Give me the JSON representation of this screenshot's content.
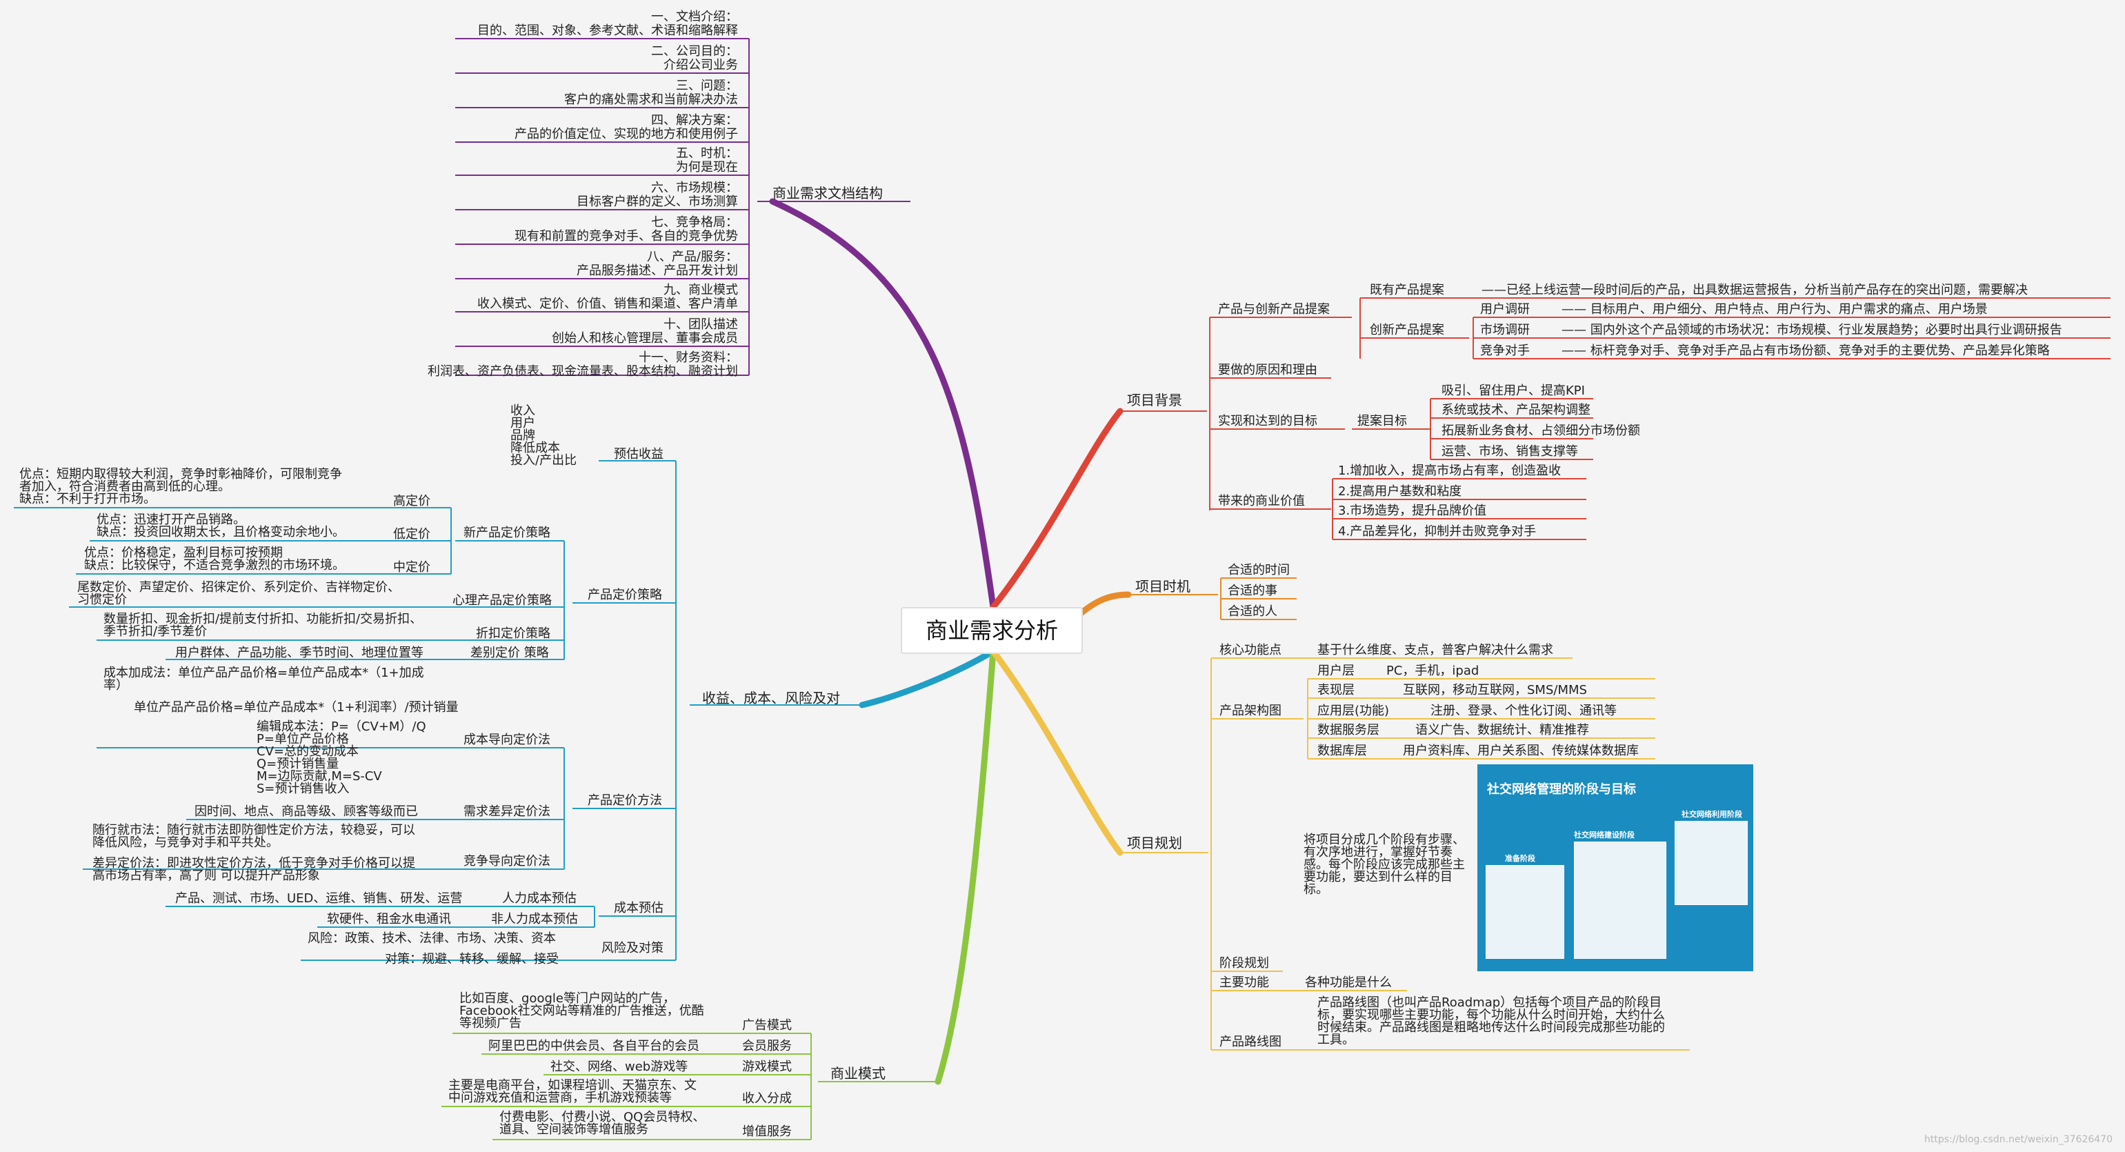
{
  "root": "商业需求分析",
  "colors": {
    "purple": "#7b2d8e",
    "red": "#e04436",
    "orange": "#e88b2a",
    "yellow": "#f0c24a",
    "green": "#8cc63f",
    "teal": "#1f9fc6"
  },
  "b1": {
    "title": "商业需求文档结构",
    "items": [
      "一、文档介绍：",
      "目的、范围、对象、参考文献、术语和缩略解释",
      "二、公司目的：",
      "介绍公司业务",
      "三、问题：",
      "客户的痛处需求和当前解决办法",
      "四、解决方案：",
      "产品的价值定位、实现的地方和使用例子",
      "五、时机：",
      "为何是现在",
      "六、市场规模：",
      "目标客户群的定义、市场测算",
      "七、竞争格局：",
      "现有和前置的竞争对手、各自的竞争优势",
      "八、产品/服务：",
      "产品服务描述、产品开发计划",
      "九、商业模式",
      "收入模式、定价、价值、销售和渠道、客户清单",
      "十、团队描述",
      "创始人和核心管理层、董事会成员",
      "十一、财务资料：",
      "利润表、资产负债表、现金流量表、股本结构、融资计划"
    ]
  },
  "b2": {
    "title": "收益、成本、风险及对",
    "profit": {
      "label": "预估收益",
      "lines": [
        "收入",
        "用户",
        "品牌",
        "降低成本",
        "投入/产出比"
      ]
    },
    "pricing_strategy": {
      "label": "产品定价策略",
      "new": {
        "label": "新产品定价策略",
        "high": {
          "label": "高定价",
          "lines": [
            "优点：短期内取得较大利润，竞争时彰袖降价，可限制竞争",
            "者加入，符合消费者由高到低的心理。",
            "缺点：不利于打开市场。"
          ]
        },
        "low": {
          "label": "低定价",
          "lines": [
            "优点：迅速打开产品销路。",
            "缺点：投资回收期太长，且价格变动余地小。"
          ]
        },
        "mid": {
          "label": "中定价",
          "lines": [
            "优点：价格稳定，盈利目标可按预期",
            "缺点：比较保守，不适合竞争激烈的市场环境。"
          ]
        }
      },
      "psych": {
        "label": "心理产品定价策略",
        "lines": [
          "尾数定价、声望定价、招徕定价、系列定价、吉祥物定价、",
          "习惯定价"
        ]
      },
      "discount": {
        "label": "折扣定价策略",
        "lines": [
          "数量折扣、现金折扣/提前支付折扣、功能折扣/交易折扣、",
          "季节折扣/季节差价"
        ]
      },
      "diff": {
        "label": "差别定价 策略",
        "lines": [
          "用户群体、产品功能、季节时间、地理位置等"
        ]
      }
    },
    "pricing_method": {
      "label": "产品定价方法",
      "cost": {
        "label": "成本导向定价法",
        "lines": [
          "成本加成法：单位产品产品价格=单位产品成本*（1+加成",
          "率）",
          "单位产品产品价格=单位产品成本*（1+利润率）/预计销量",
          "编辑成本法：P=（CV+M）/Q",
          "P=单位产品价格",
          "CV=总的变动成本",
          "Q=预计销售量",
          "M=边际贡献,M=S-CV",
          "S=预计销售收入"
        ]
      },
      "demand": {
        "label": "需求差异定价法",
        "lines": [
          "因时间、地点、商品等级、顾客等级而已"
        ]
      },
      "compete": {
        "label": "竞争导向定价法",
        "lines": [
          "随行就市法：随行就市法即防御性定价方法，较稳妥，可以",
          "降低风险，与竞争对手和平共处。",
          "差异定价法：即进攻性定价方法，低于竞争对手价格可以提",
          "高市场占有率，高了则 可以提升产品形象"
        ]
      }
    },
    "cost_est": {
      "label": "成本预估",
      "human": {
        "label": "人力成本预估",
        "text": "产品、测试、市场、UED、运维、销售、研发、运营"
      },
      "nonhuman": {
        "label": "非人力成本预估",
        "text": "软硬件、租金水电通讯"
      }
    },
    "risk": {
      "label": "风险及对策",
      "lines": [
        "风险：政策、技术、法律、市场、决策、资本",
        "对策：规避、转移、缓解、接受"
      ]
    }
  },
  "b3": {
    "title": "商业模式",
    "items": [
      {
        "label": "广告模式",
        "lines": [
          "比如百度、google等门户网站的广告，",
          "Facebook社交网站等精准的广告推送，优酷",
          "等视频广告"
        ]
      },
      {
        "label": "会员服务",
        "lines": [
          "阿里巴巴的中供会员、各自平台的会员"
        ]
      },
      {
        "label": "游戏模式",
        "lines": [
          "社交、网络、web游戏等"
        ]
      },
      {
        "label": "收入分成",
        "lines": [
          "主要是电商平台，如课程培训、天猫京东、文",
          "中问游戏充值和运营商，手机游戏预装等"
        ]
      },
      {
        "label": "增值服务",
        "lines": [
          "付费电影、付费小说、QQ会员特权、",
          "道具、空间装饰等增值服务"
        ]
      }
    ]
  },
  "b4": {
    "title": "项目背景",
    "pi": {
      "label": "产品与创新产品提案",
      "exist": {
        "label": "既有产品提案",
        "text": "——已经上线运营一段时间后的产品，出具数据运营报告，分析当前产品存在的突出问题，需要解决"
      },
      "innov": {
        "label": "创新产品提案",
        "rows": [
          {
            "label": "用户调研",
            "text": "—— 目标用户、用户细分、用户特点、用户行为、用户需求的痛点、用户场景"
          },
          {
            "label": "市场调研",
            "text": "——  国内外这个产品领域的市场状况：市场规模、行业发展趋势；必要时出具行业调研报告"
          },
          {
            "label": "竞争对手",
            "text": "——  标杆竞争对手、竞争对手产品占有市场份额、竞争对手的主要优势、产品差异化策略"
          }
        ]
      }
    },
    "reason": "要做的原因和理由",
    "goal": {
      "label": "实现和达到的目标",
      "sub": "提案目标",
      "items": [
        "吸引、留住用户、提高KPI",
        "系统或技术、产品架构调整",
        "拓展新业务食材、占领细分市场份额",
        "运营、市场、销售支撑等"
      ]
    },
    "value": {
      "label": "带来的商业价值",
      "items": [
        "1.增加收入，提高市场占有率，创造盈收",
        "2.提高用户基数和粘度",
        "3.市场造势，提升品牌价值",
        "4.产品差异化，抑制并击败竞争对手"
      ]
    }
  },
  "b5": {
    "title": "项目时机",
    "items": [
      "合适的时间",
      "合适的事",
      "合适的人"
    ]
  },
  "b6": {
    "title": "项目规划",
    "core": {
      "label": "核心功能点",
      "text": "基于什么维度、支点，普客户解决什么需求"
    },
    "arch": {
      "label": "产品架构图",
      "rows": [
        {
          "label": "用户层",
          "text": "PC，手机，ipad"
        },
        {
          "label": "表现层",
          "text": "互联网，移动互联网，SMS/MMS"
        },
        {
          "label": "应用层(功能)",
          "text": "注册、登录、个性化订阅、通讯等"
        },
        {
          "label": "数据服务层",
          "text": "语义广告、数据统计、精准推荐"
        },
        {
          "label": "数据库层",
          "text": "用户资料库、用户关系图、传统媒体数据库"
        }
      ]
    },
    "stage": {
      "label": "阶段规划",
      "desc": [
        "将项目分成几个阶段有步骤、",
        "有次序地进行，掌握好节奏",
        "感。每个阶段应该完成那些主",
        "要功能，要达到什么样的目",
        "标。"
      ],
      "image_title": "社交网络管理的阶段与目标",
      "image_labels": [
        "准备阶段",
        "社交网络建设阶段",
        "社交网络利用阶段"
      ]
    },
    "main": {
      "label": "主要功能",
      "text": "各种功能是什么"
    },
    "roadmap": {
      "label": "产品路线图",
      "lines": [
        "产品路线图（也叫产品Roadmap）包括每个项目产品的阶段目",
        "标，要实现哪些主要功能，每个功能从什么时间开始，大约什么",
        "时候结束。产品路线图是粗略地传达什么时间段完成那些功能的",
        "工具。"
      ]
    }
  },
  "watermark": "https://blog.csdn.net/weixin_37626470"
}
